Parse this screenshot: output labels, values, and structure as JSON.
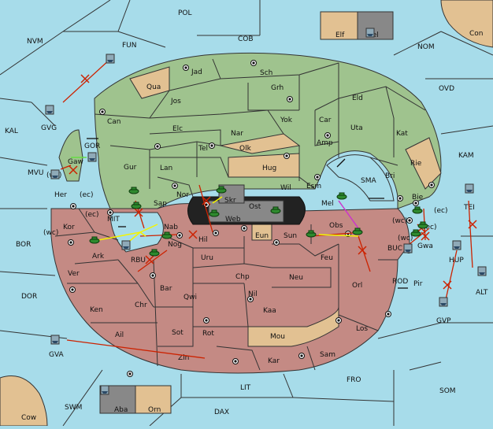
{
  "colors": {
    "sea": "#a7dcea",
    "north": "#9fc38e",
    "south": "#c48a84",
    "neutral": "#e2c192",
    "center": "#888888",
    "arrow": "#cc2200",
    "support_yellow": "#f4f400",
    "support_magenta": "#cc33cc",
    "support_green": "#66dd44",
    "army": "#2e8a2e"
  },
  "sea_regions": [
    {
      "id": "pol",
      "label": "POL"
    },
    {
      "id": "nvm",
      "label": "NVM"
    },
    {
      "id": "fun",
      "label": "FUN"
    },
    {
      "id": "cob",
      "label": "COB"
    },
    {
      "id": "nom",
      "label": "NOM"
    },
    {
      "id": "con",
      "label": "Con"
    },
    {
      "id": "ovd",
      "label": "OVD"
    },
    {
      "id": "kal",
      "label": "KAL"
    },
    {
      "id": "kam",
      "label": "KAM"
    },
    {
      "id": "mvu",
      "label": "MVU"
    },
    {
      "id": "bor",
      "label": "BOR"
    },
    {
      "id": "dor",
      "label": "DOR"
    },
    {
      "id": "alt",
      "label": "ALT"
    },
    {
      "id": "fro",
      "label": "FRO"
    },
    {
      "id": "som",
      "label": "SOM"
    },
    {
      "id": "lit",
      "label": "LIT"
    },
    {
      "id": "swm",
      "label": "SWM"
    },
    {
      "id": "dax",
      "label": "DAX"
    },
    {
      "id": "cow",
      "label": "Cow"
    },
    {
      "id": "gor",
      "label": "GOR"
    },
    {
      "id": "mit",
      "label": "MIT"
    },
    {
      "id": "sma",
      "label": "SMA"
    },
    {
      "id": "buc",
      "label": "BUC"
    },
    {
      "id": "rod",
      "label": "ROD"
    },
    {
      "id": "rbu",
      "label": "RBU"
    },
    {
      "id": "gvg",
      "label": "GVG"
    },
    {
      "id": "gva",
      "label": "GVA"
    },
    {
      "id": "gvp",
      "label": "GVP"
    },
    {
      "id": "tei",
      "label": "TEI"
    },
    {
      "id": "hup",
      "label": "HUP"
    }
  ],
  "land_regions": [
    {
      "id": "jad",
      "label": "Jad"
    },
    {
      "id": "sch",
      "label": "Sch"
    },
    {
      "id": "qua",
      "label": "Qua"
    },
    {
      "id": "jos",
      "label": "Jos"
    },
    {
      "id": "grh",
      "label": "Grh"
    },
    {
      "id": "eld",
      "label": "Eld"
    },
    {
      "id": "can",
      "label": "Can"
    },
    {
      "id": "yok",
      "label": "Yok"
    },
    {
      "id": "car",
      "label": "Car"
    },
    {
      "id": "uta",
      "label": "Uta"
    },
    {
      "id": "elc",
      "label": "Elc"
    },
    {
      "id": "nar",
      "label": "Nar"
    },
    {
      "id": "kat",
      "label": "Kat"
    },
    {
      "id": "amp",
      "label": "Amp"
    },
    {
      "id": "olk",
      "label": "Olk"
    },
    {
      "id": "tel",
      "label": "Tel"
    },
    {
      "id": "gaw",
      "label": "Gaw"
    },
    {
      "id": "gur",
      "label": "Gur"
    },
    {
      "id": "lan",
      "label": "Lan"
    },
    {
      "id": "hug",
      "label": "Hug"
    },
    {
      "id": "rie",
      "label": "Rie"
    },
    {
      "id": "bri",
      "label": "Bri"
    },
    {
      "id": "wil",
      "label": "Wil"
    },
    {
      "id": "esm",
      "label": "Esm"
    },
    {
      "id": "nor",
      "label": "Nor"
    },
    {
      "id": "skr",
      "label": "Skr"
    },
    {
      "id": "sap",
      "label": "Sap"
    },
    {
      "id": "her",
      "label": "Her"
    },
    {
      "id": "ost",
      "label": "Ost"
    },
    {
      "id": "web",
      "label": "Web"
    },
    {
      "id": "mel",
      "label": "Mel"
    },
    {
      "id": "kor",
      "label": "Kor"
    },
    {
      "id": "bie",
      "label": "Bie"
    },
    {
      "id": "nab",
      "label": "Nab"
    },
    {
      "id": "hil",
      "label": "Hil"
    },
    {
      "id": "eun",
      "label": "Eun"
    },
    {
      "id": "sun",
      "label": "Sun"
    },
    {
      "id": "obs",
      "label": "Obs"
    },
    {
      "id": "gwa",
      "label": "Gwa"
    },
    {
      "id": "ark",
      "label": "Ark"
    },
    {
      "id": "nog",
      "label": "Nog"
    },
    {
      "id": "uru",
      "label": "Uru"
    },
    {
      "id": "feu",
      "label": "Feu"
    },
    {
      "id": "pir",
      "label": "Pir"
    },
    {
      "id": "ver",
      "label": "Ver"
    },
    {
      "id": "chp",
      "label": "Chp"
    },
    {
      "id": "neu",
      "label": "Neu"
    },
    {
      "id": "orl",
      "label": "Orl"
    },
    {
      "id": "bar",
      "label": "Bar"
    },
    {
      "id": "qwi",
      "label": "Qwi"
    },
    {
      "id": "nil",
      "label": "Nil"
    },
    {
      "id": "ken",
      "label": "Ken"
    },
    {
      "id": "chr",
      "label": "Chr"
    },
    {
      "id": "kaa",
      "label": "Kaa"
    },
    {
      "id": "ail",
      "label": "Ail"
    },
    {
      "id": "sot",
      "label": "Sot"
    },
    {
      "id": "rot",
      "label": "Rot"
    },
    {
      "id": "los",
      "label": "Los"
    },
    {
      "id": "mou",
      "label": "Mou"
    },
    {
      "id": "zin",
      "label": "Zin"
    },
    {
      "id": "kar",
      "label": "Kar"
    },
    {
      "id": "sam",
      "label": "Sam"
    },
    {
      "id": "elf",
      "label": "Elf"
    },
    {
      "id": "hel",
      "label": "Hel"
    },
    {
      "id": "aba",
      "label": "Aba"
    },
    {
      "id": "orn",
      "label": "Orn"
    }
  ],
  "coast_labels": [
    {
      "id": "her-wc",
      "label": "(wc)"
    },
    {
      "id": "her-ec",
      "label": "(ec)"
    },
    {
      "id": "kor-ec",
      "label": "(ec)"
    },
    {
      "id": "kor-wc",
      "label": "(wc)"
    },
    {
      "id": "bie-wc",
      "label": "(wc)"
    },
    {
      "id": "bie-ec",
      "label": "(ec)"
    },
    {
      "id": "gwa-wc",
      "label": "(wc)"
    },
    {
      "id": "gwa-ec",
      "label": "(ec)"
    }
  ]
}
